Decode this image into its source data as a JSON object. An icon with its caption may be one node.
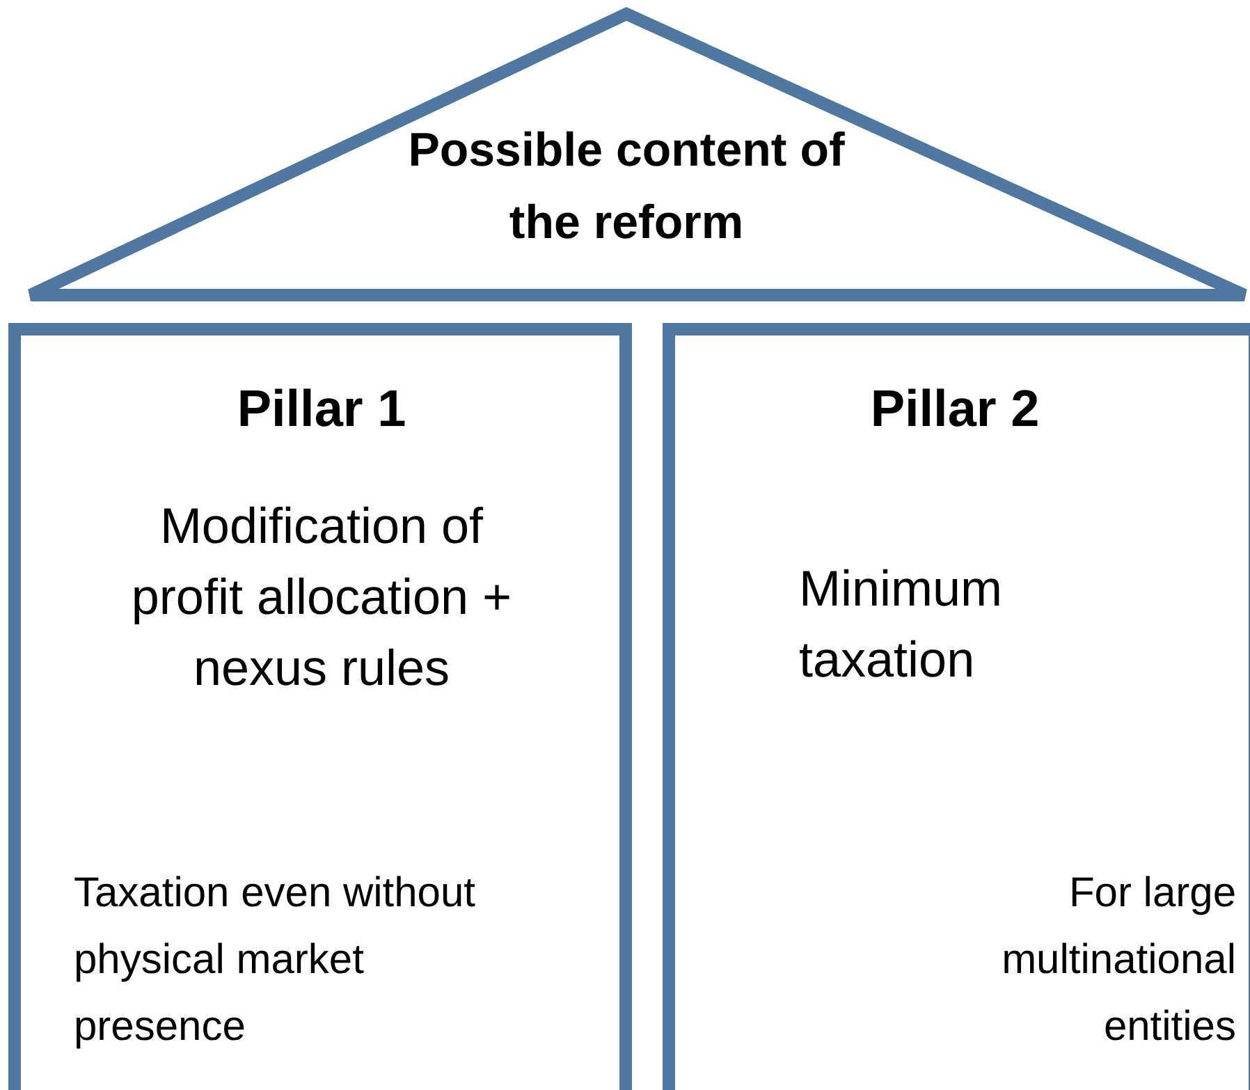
{
  "diagram": {
    "nodes": [
      {
        "text": [
          "Possible content of the reform"
        ]
      },
      {
        "text": [
          "Pillar 1",
          "Modification of profit allocation + nexus rules",
          "Taxation even without physical market presence"
        ]
      },
      {
        "text": [
          "Pillar 2",
          "Minimum taxation",
          "For large multinational entities"
        ]
      }
    ]
  }
}
